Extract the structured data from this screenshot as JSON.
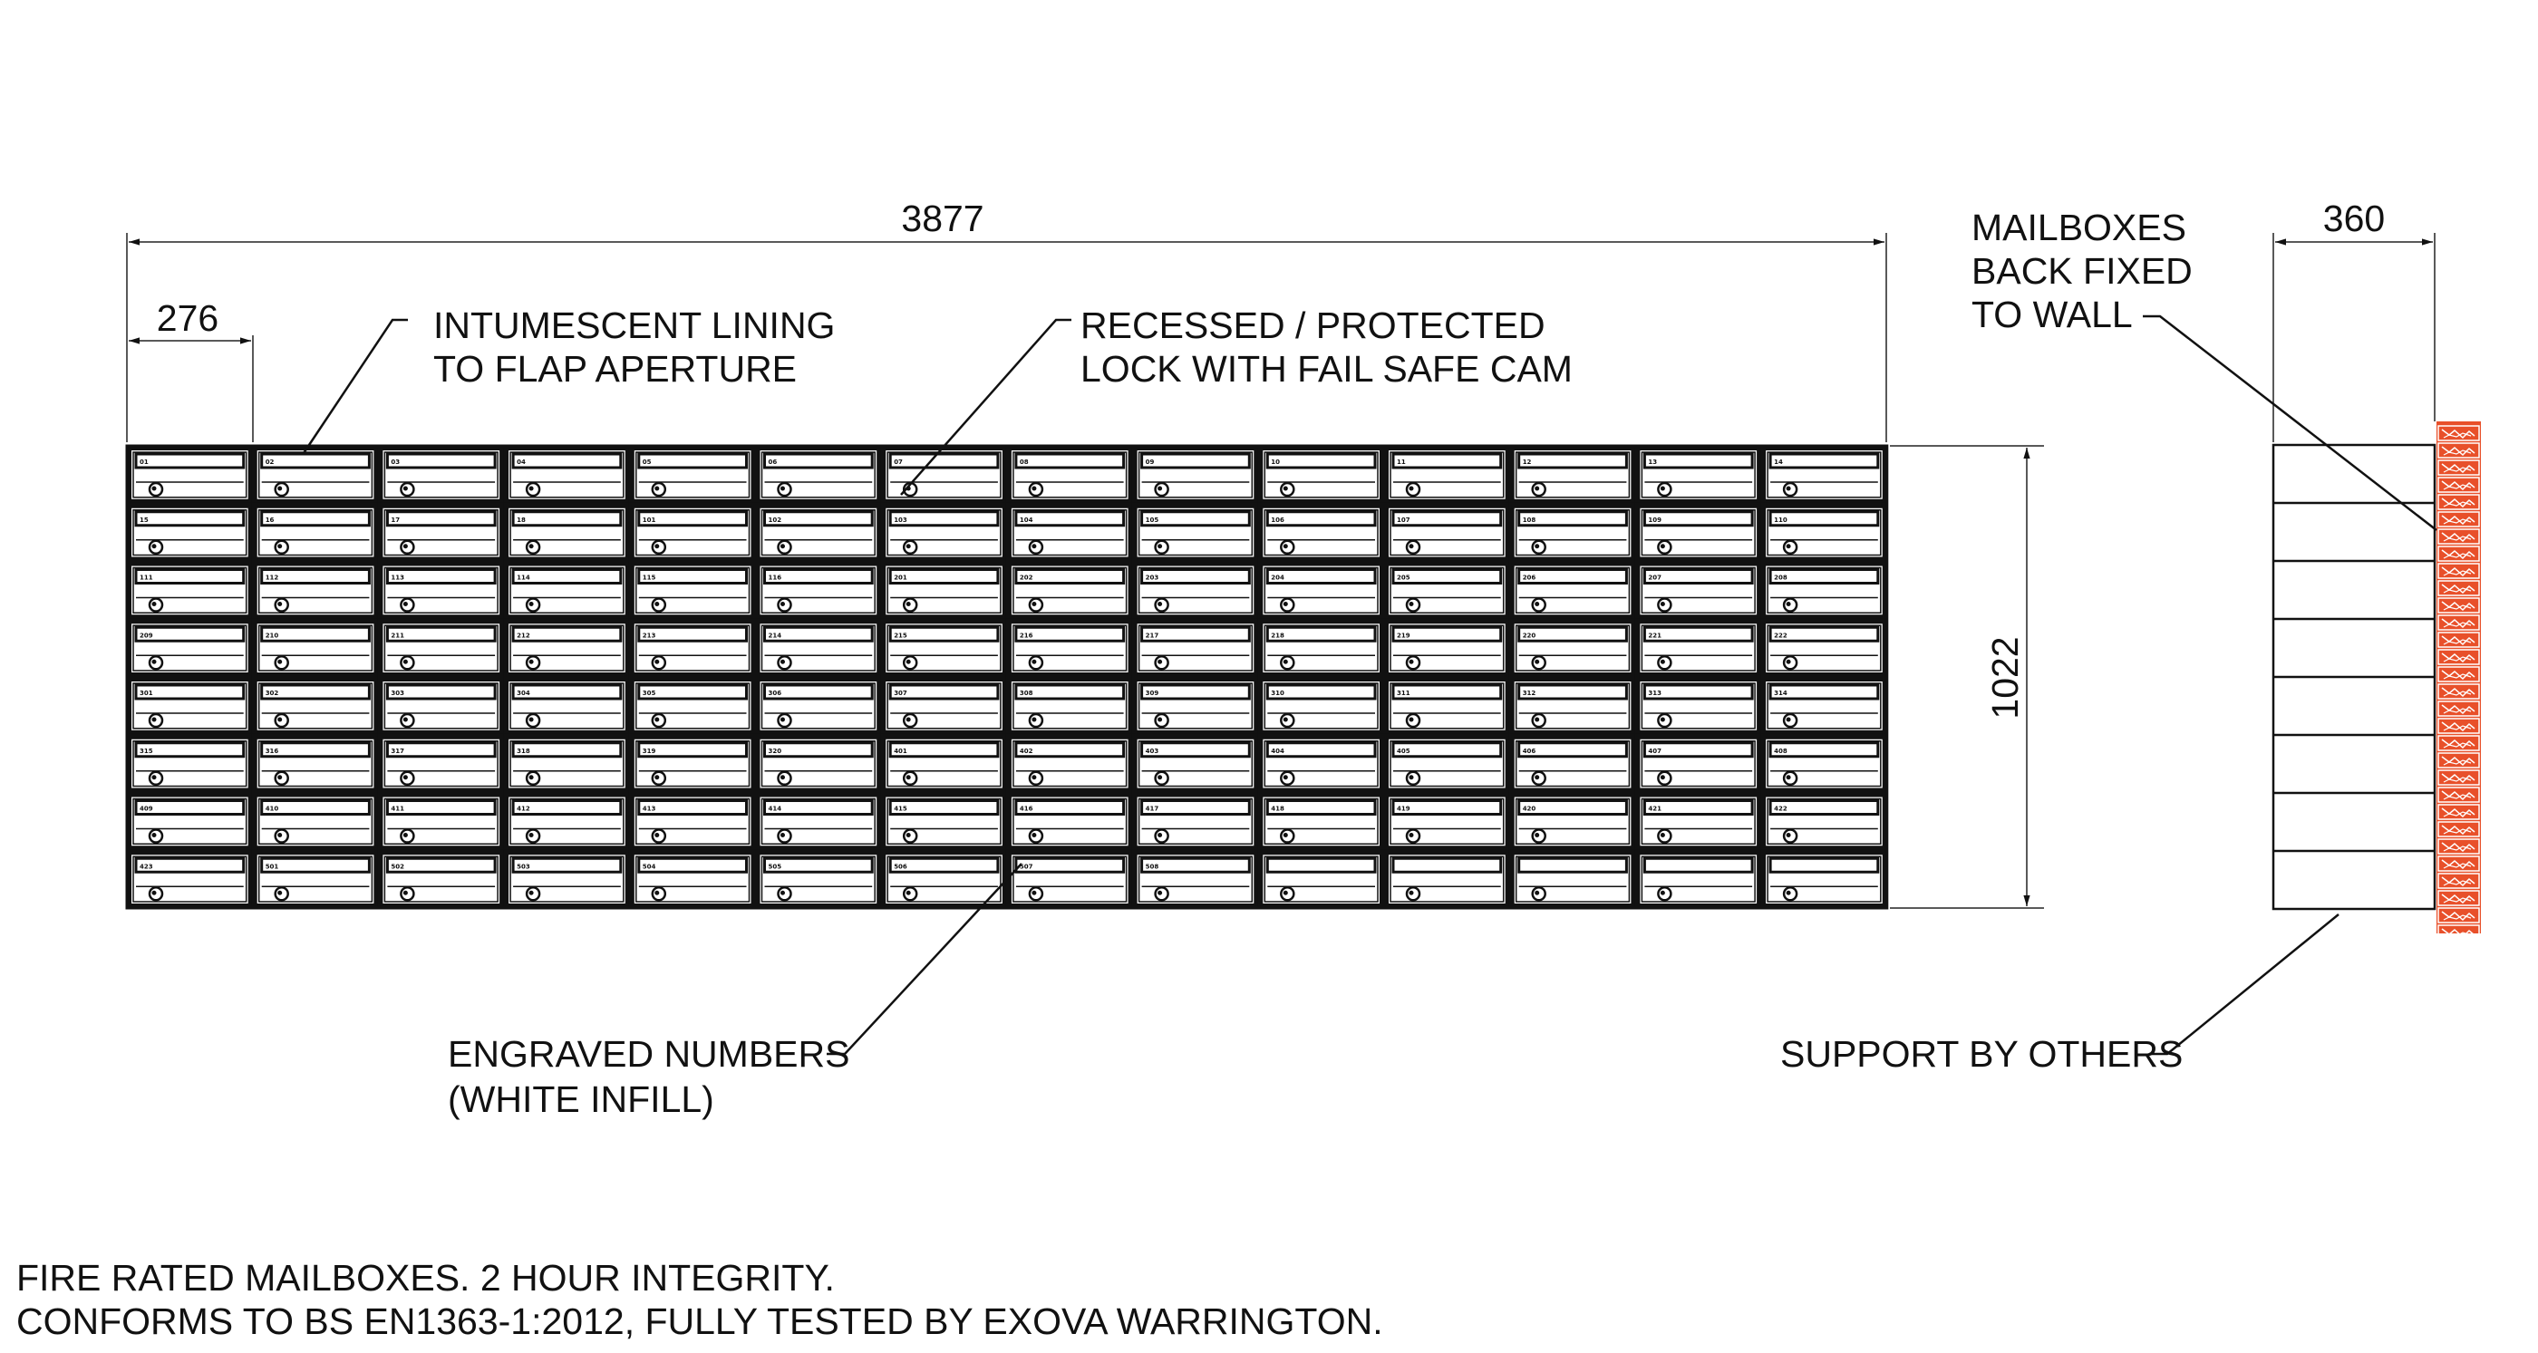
{
  "colors": {
    "ink": "#111111",
    "wall": "#e8502a",
    "wall_hatch": "#ffffff"
  },
  "dimensions": {
    "overall_width": "3877",
    "box_width": "276",
    "overall_height": "1022",
    "depth": "360"
  },
  "callouts": {
    "intumescent": [
      "INTUMESCENT LINING",
      "TO FLAP APERTURE"
    ],
    "lock": [
      "RECESSED / PROTECTED",
      "LOCK WITH FAIL SAFE CAM"
    ],
    "wall_fix": [
      "MAILBOXES",
      "BACK FIXED",
      "TO WALL"
    ],
    "engraved": [
      "ENGRAVED NUMBERS",
      "(WHITE INFILL)"
    ],
    "support": [
      "SUPPORT BY OTHERS"
    ]
  },
  "notes": [
    "FIRE RATED MAILBOXES. 2 HOUR INTEGRITY.",
    "CONFORMS TO BS EN1363-1:2012, FULLY TESTED BY EXOVA WARRINGTON."
  ],
  "mailbox_numbers": [
    [
      "01",
      "02",
      "03",
      "04",
      "05",
      "06",
      "07",
      "08",
      "09",
      "10",
      "11",
      "12",
      "13",
      "14"
    ],
    [
      "15",
      "16",
      "17",
      "18",
      "101",
      "102",
      "103",
      "104",
      "105",
      "106",
      "107",
      "108",
      "109",
      "110"
    ],
    [
      "111",
      "112",
      "113",
      "114",
      "115",
      "116",
      "201",
      "202",
      "203",
      "204",
      "205",
      "206",
      "207",
      "208"
    ],
    [
      "209",
      "210",
      "211",
      "212",
      "213",
      "214",
      "215",
      "216",
      "217",
      "218",
      "219",
      "220",
      "221",
      "222"
    ],
    [
      "301",
      "302",
      "303",
      "304",
      "305",
      "306",
      "307",
      "308",
      "309",
      "310",
      "311",
      "312",
      "313",
      "314"
    ],
    [
      "315",
      "316",
      "317",
      "318",
      "319",
      "320",
      "401",
      "402",
      "403",
      "404",
      "405",
      "406",
      "407",
      "408"
    ],
    [
      "409",
      "410",
      "411",
      "412",
      "413",
      "414",
      "415",
      "416",
      "417",
      "418",
      "419",
      "420",
      "421",
      "422"
    ],
    [
      "423",
      "501",
      "502",
      "503",
      "504",
      "505",
      "506",
      "507",
      "508",
      "",
      "",
      "",
      "",
      ""
    ]
  ]
}
